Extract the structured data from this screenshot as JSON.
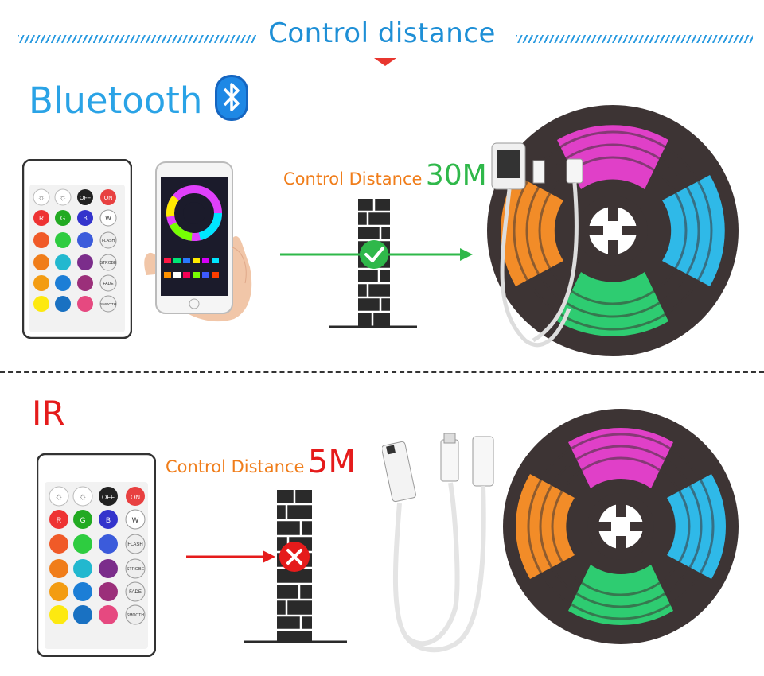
{
  "header": {
    "title": "Control distance"
  },
  "bluetooth": {
    "label": "Bluetooth",
    "distance_text": "Control Distance",
    "distance_value": "30M",
    "icon": "bluetooth-icon",
    "status_icon": "check-icon"
  },
  "ir": {
    "label": "IR",
    "distance_text": "Control Distance",
    "distance_value": "5M",
    "status_icon": "cross-icon"
  },
  "remote": {
    "btn_off": "OFF",
    "btn_on": "ON",
    "btn_r": "R",
    "btn_g": "G",
    "btn_b": "B",
    "btn_w": "W",
    "btn_flash": "FLASH",
    "btn_strobe": "STROBE",
    "btn_fade": "FADE",
    "btn_smooth": "SMOOTH"
  },
  "colors": {
    "title_blue": "#1e8fd6",
    "bluetooth_blue": "#2aa3e6",
    "ir_red": "#e51b1b",
    "orange": "#f07d1a",
    "green": "#2fb84a"
  }
}
